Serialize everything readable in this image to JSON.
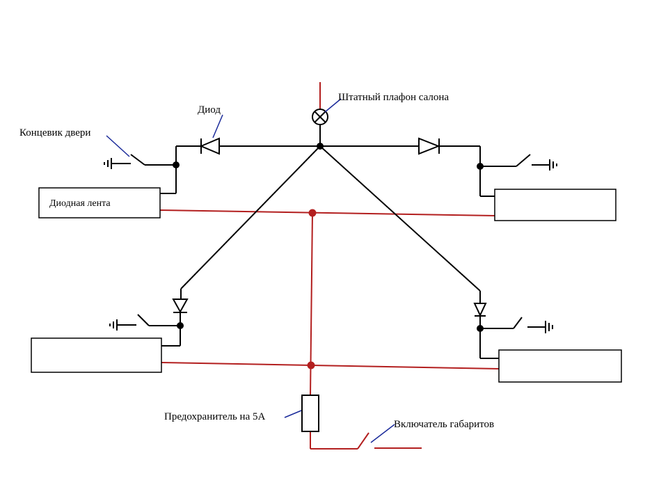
{
  "labels": {
    "ceiling_lamp": "Штатный плафон салона",
    "diode": "Диод",
    "door_switch": "Концевик двери",
    "led_strip": "Диодная лента",
    "fuse": "Предохранитель на 5А",
    "parking_switch": "Включатель габаритов"
  },
  "colors": {
    "wire_black": "#000000",
    "wire_red": "#b31f1f",
    "leader_blue": "#1a2a9a"
  }
}
